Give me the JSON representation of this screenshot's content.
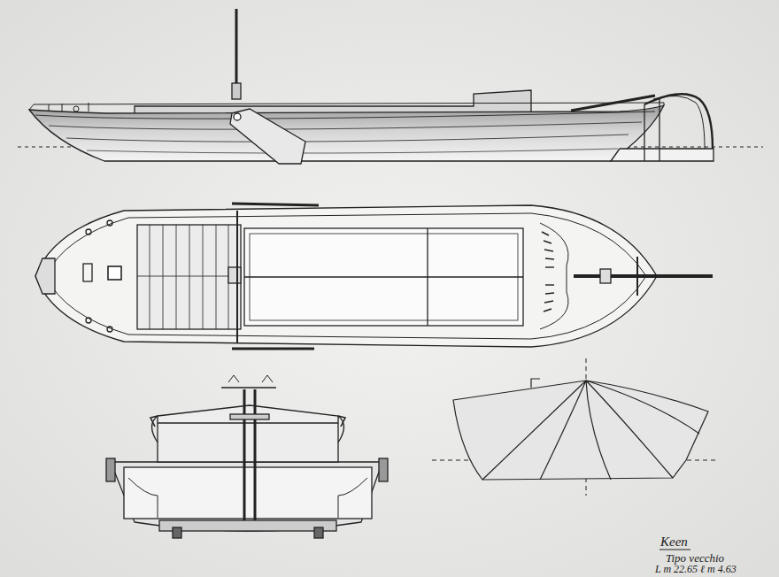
{
  "diagram": {
    "labels": [
      "Keen",
      "Tipo vecchio",
      "L m 22.65 ℓ m 4.63"
    ]
  }
}
